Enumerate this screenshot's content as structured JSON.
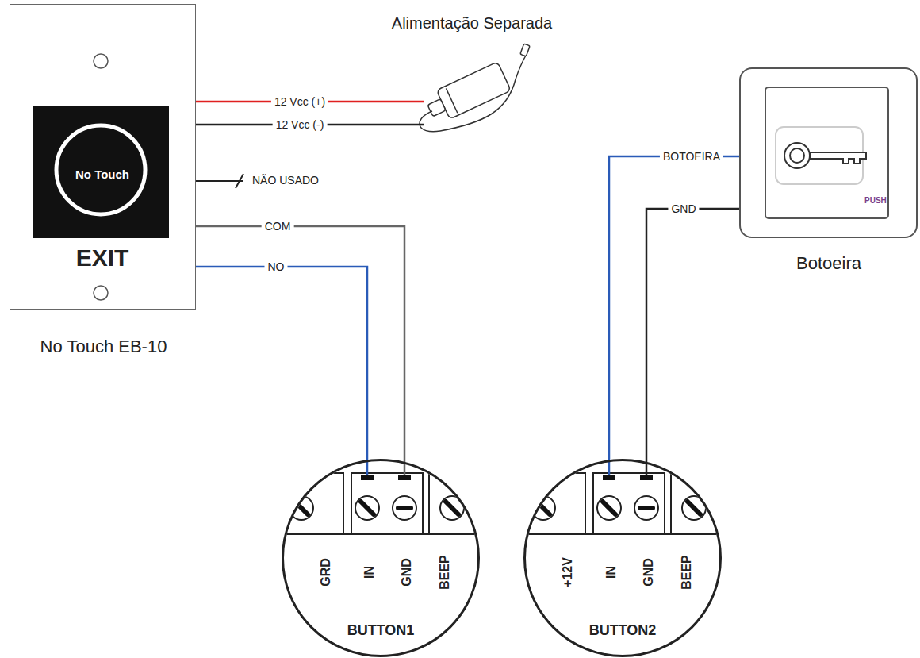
{
  "diagram": {
    "nodes": [
      {
        "text": [
          "No Touch",
          "EXIT",
          "No Touch EB-10"
        ]
      },
      {
        "text": [
          "Alimentação Separada"
        ]
      },
      {
        "text": [
          "PUSH",
          "Botoeira"
        ]
      },
      {
        "text": [
          "GRD",
          "IN",
          "GND",
          "BEEP",
          "BUTTON1"
        ]
      },
      {
        "text": [
          "+12V",
          "IN",
          "GND",
          "BEEP",
          "BUTTON2"
        ]
      }
    ],
    "edges": [
      {
        "from": 0,
        "to": 1,
        "label": "12 Vcc (+)",
        "arrow": "none"
      },
      {
        "from": 0,
        "to": 1,
        "label": "12 Vcc (-)",
        "arrow": "none"
      },
      {
        "from": 0,
        "to": 3,
        "label": "COM",
        "arrow": "none"
      },
      {
        "from": 0,
        "to": 3,
        "label": "NO",
        "arrow": "none"
      },
      {
        "from": 2,
        "to": 4,
        "label": "BOTOEIRA",
        "arrow": "none"
      },
      {
        "from": 2,
        "to": 4,
        "label": "GND",
        "arrow": "none"
      }
    ],
    "labels": [
      "NÃO USADO"
    ]
  }
}
